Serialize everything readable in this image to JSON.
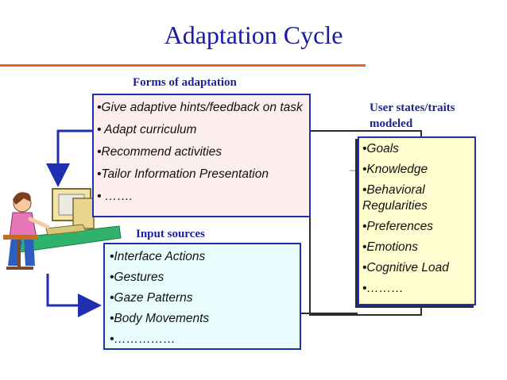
{
  "title": "Adaptation Cycle",
  "forms": {
    "heading": "Forms of adaptation",
    "items": [
      "•Give adaptive hints/feedback on task",
      "• Adapt curriculum",
      "•Recommend activities",
      "•Tailor Information Presentation",
      "• ……."
    ]
  },
  "inputs": {
    "heading": "Input sources",
    "items": [
      "•Interface Actions",
      "•Gestures",
      "•Gaze Patterns",
      "•Body Movements",
      "•……………"
    ]
  },
  "states": {
    "heading": "User states/traits modeled",
    "items": [
      "•Goals",
      "•Knowledge",
      "•Behavioral Regularities",
      "•Preferences",
      "•Emotions",
      "•Cognitive Load",
      "•………"
    ]
  },
  "colors": {
    "title": "#1a1aa6",
    "rule": "#e06a1a",
    "box_border": "#1f2fb0",
    "forms_fill": "#fdeeee",
    "inputs_fill": "#e8fbfd",
    "states_fill": "#fffdd0"
  },
  "icons": [
    "user-at-computer-icon"
  ]
}
